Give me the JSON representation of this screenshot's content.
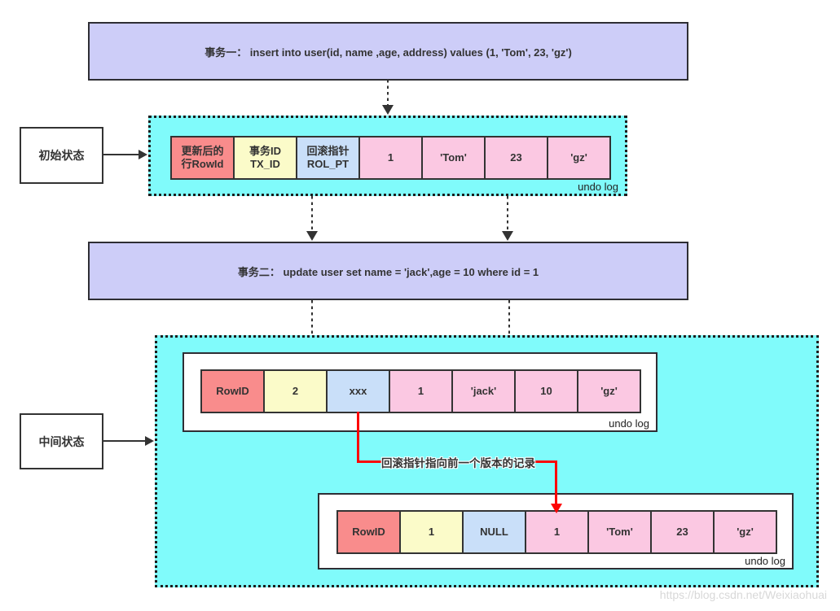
{
  "transactions": {
    "tx1": "事务一：  insert into user(id, name ,age, address) values (1, 'Tom', 23, 'gz')",
    "tx2": "事务二：  update user set name = 'jack',age = 10 where id = 1"
  },
  "states": {
    "initial": "初始状态",
    "intermediate": "中间状态"
  },
  "undo_log_label": "undo log",
  "rollback_note": "回滚指针指向前一个版本的记录",
  "watermark": "https://blog.csdn.net/Weixiaohuai",
  "colors": {
    "red": "#f98c8c",
    "yellow": "#fbfbc9",
    "blue": "#c9dff9",
    "pink": "#fbc8e2",
    "cyan": "#80fbfb",
    "purple": "#cdcdf8",
    "pointer_red": "#fd0404"
  },
  "rows": {
    "initial": {
      "cells": [
        {
          "text": "更新后的\n行RowId",
          "type": "red"
        },
        {
          "text": "事务ID\nTX_ID",
          "type": "yellow"
        },
        {
          "text": "回滚指针\nROL_PT",
          "type": "blue"
        },
        {
          "text": "1",
          "type": "pink"
        },
        {
          "text": "'Tom'",
          "type": "pink"
        },
        {
          "text": "23",
          "type": "pink"
        },
        {
          "text": "'gz'",
          "type": "pink"
        }
      ]
    },
    "version2": {
      "cells": [
        {
          "text": "RowID",
          "type": "red"
        },
        {
          "text": "2",
          "type": "yellow"
        },
        {
          "text": "xxx",
          "type": "blue"
        },
        {
          "text": "1",
          "type": "pink"
        },
        {
          "text": "'jack'",
          "type": "pink"
        },
        {
          "text": "10",
          "type": "pink"
        },
        {
          "text": "'gz'",
          "type": "pink"
        }
      ]
    },
    "version1": {
      "cells": [
        {
          "text": "RowID",
          "type": "red"
        },
        {
          "text": "1",
          "type": "yellow"
        },
        {
          "text": "NULL",
          "type": "blue"
        },
        {
          "text": "1",
          "type": "pink"
        },
        {
          "text": "'Tom'",
          "type": "pink"
        },
        {
          "text": "23",
          "type": "pink"
        },
        {
          "text": "'gz'",
          "type": "pink"
        }
      ]
    }
  }
}
